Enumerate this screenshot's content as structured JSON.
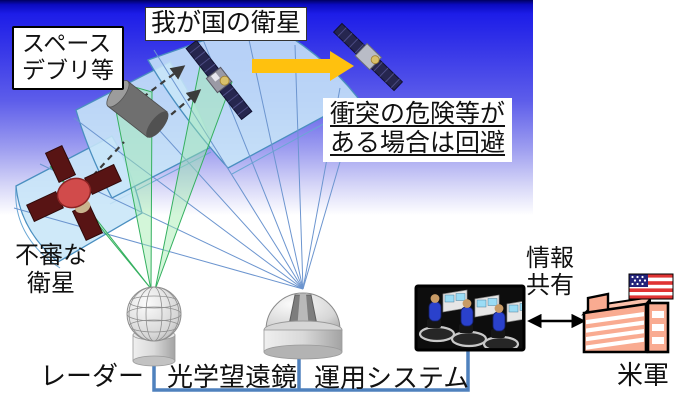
{
  "diagram": {
    "space_debris": {
      "line1": "スペース",
      "line2": "デブリ等"
    },
    "our_satellite_label": "我が国の衛星",
    "collision_note": {
      "line1": "衝突の危険等が",
      "line2": "ある場合は回避"
    },
    "suspicious_satellite": {
      "line1": "不審な",
      "line2": "衛星"
    },
    "radar_label": "レーダー",
    "telescope_label": "光学望遠鏡",
    "operation_system_label": "運用システム",
    "info_sharing": {
      "line1": "情報",
      "line2": "共有"
    },
    "us_military_label": "米軍"
  },
  "icons": [
    "suspicious-satellite-icon",
    "debris-icon",
    "our-satellite-icon",
    "avoiding-satellite-icon",
    "observation-sector-shape",
    "radar-beam-shape",
    "telescope-sightline-shape",
    "trajectory-dashed-arrow",
    "avoid-direction-arrow",
    "radar-dome-icon",
    "telescope-dome-icon",
    "operations-console-icon",
    "info-sharing-arrow-icon",
    "us-flag-icon",
    "us-military-building-icon",
    "ground-network-connector"
  ],
  "colors": {
    "sky_blue_top": "#1d1de8",
    "sector_fill": "#c8e6f8",
    "sector_stroke": "#4a8fc0",
    "radar_beam_green": "#35b060",
    "telescope_line_blue": "#6c95cf",
    "avoid_arrow_yellow": "#ffc10e",
    "connector_blue": "#4f81bd",
    "building_salmon": "#f9ab91",
    "flag_red": "#e03434",
    "flag_navy": "#23237a",
    "console_screen_blue": "#9adcf5"
  }
}
